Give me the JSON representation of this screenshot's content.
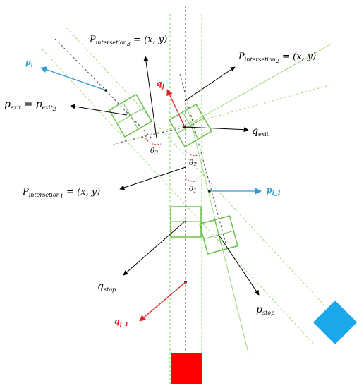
{
  "labels": {
    "p_intersection3": "P",
    "p_intersection3_sub": "intersetion",
    "p_intersection3_subsub": "3",
    "p_intersection3_eq": " = (x, y)",
    "p_intersection2": "P",
    "p_intersection2_sub": "intersetion",
    "p_intersection2_subsub": "2",
    "p_intersection2_eq": " = (x, y)",
    "p_intersection1": "P",
    "p_intersection1_sub": "intersetion",
    "p_intersection1_subsub": "1",
    "p_intersection1_eq": " = (x, y)",
    "p_i": "p",
    "p_i_sub": "i",
    "p_exit": "p",
    "p_exit_sub": "exit",
    "p_exit_eq": " = p",
    "p_exit2_sub": "exit",
    "p_exit2_subsub": "2",
    "q_j": "q",
    "q_j_sub": "j",
    "q_exit": "q",
    "q_exit_sub": "exit",
    "p_i_1": "p",
    "p_i_1_sub": "i_1",
    "q_stop": "q",
    "q_stop_sub": "stop",
    "p_stop": "p",
    "p_stop_sub": "stop",
    "q_j_1": "q",
    "q_j_1_sub": "j_1",
    "theta1": "θ",
    "theta1_sub": "1",
    "theta2": "θ",
    "theta2_sub": "2",
    "theta3": "θ",
    "theta3_sub": "3"
  },
  "colors": {
    "green": "#6cc04a",
    "light_green": "#9fd67d",
    "blue": "#1aa7ec",
    "red": "#ff0000",
    "arrow_red": "#e0262b",
    "arrow_blue": "#2e9ad6"
  }
}
